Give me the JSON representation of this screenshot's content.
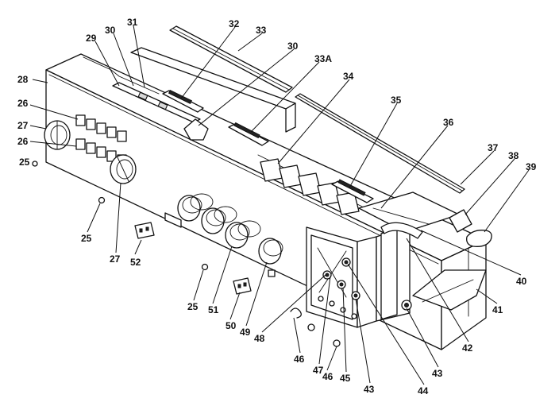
{
  "callouts": [
    {
      "id": "c28",
      "text": "28"
    },
    {
      "id": "c29",
      "text": "29"
    },
    {
      "id": "c30a",
      "text": "30"
    },
    {
      "id": "c31",
      "text": "31"
    },
    {
      "id": "c32",
      "text": "32"
    },
    {
      "id": "c33",
      "text": "33"
    },
    {
      "id": "c30b",
      "text": "30"
    },
    {
      "id": "c33a",
      "text": "33A"
    },
    {
      "id": "c34",
      "text": "34"
    },
    {
      "id": "c35",
      "text": "35"
    },
    {
      "id": "c36",
      "text": "36"
    },
    {
      "id": "c37",
      "text": "37"
    },
    {
      "id": "c38",
      "text": "38"
    },
    {
      "id": "c39",
      "text": "39"
    },
    {
      "id": "c26a",
      "text": "26"
    },
    {
      "id": "c27a",
      "text": "27"
    },
    {
      "id": "c26b",
      "text": "26"
    },
    {
      "id": "c25a",
      "text": "25"
    },
    {
      "id": "c25b",
      "text": "25"
    },
    {
      "id": "c27b",
      "text": "27"
    },
    {
      "id": "c52",
      "text": "52"
    },
    {
      "id": "c25c",
      "text": "25"
    },
    {
      "id": "c51",
      "text": "51"
    },
    {
      "id": "c50",
      "text": "50"
    },
    {
      "id": "c49",
      "text": "49"
    },
    {
      "id": "c48",
      "text": "48"
    },
    {
      "id": "c46a",
      "text": "46"
    },
    {
      "id": "c47",
      "text": "47"
    },
    {
      "id": "c46b",
      "text": "46"
    },
    {
      "id": "c45",
      "text": "45"
    },
    {
      "id": "c43a",
      "text": "43"
    },
    {
      "id": "c44",
      "text": "44"
    },
    {
      "id": "c43b",
      "text": "43"
    },
    {
      "id": "c42",
      "text": "42"
    },
    {
      "id": "c41",
      "text": "41"
    },
    {
      "id": "c40",
      "text": "40"
    }
  ]
}
